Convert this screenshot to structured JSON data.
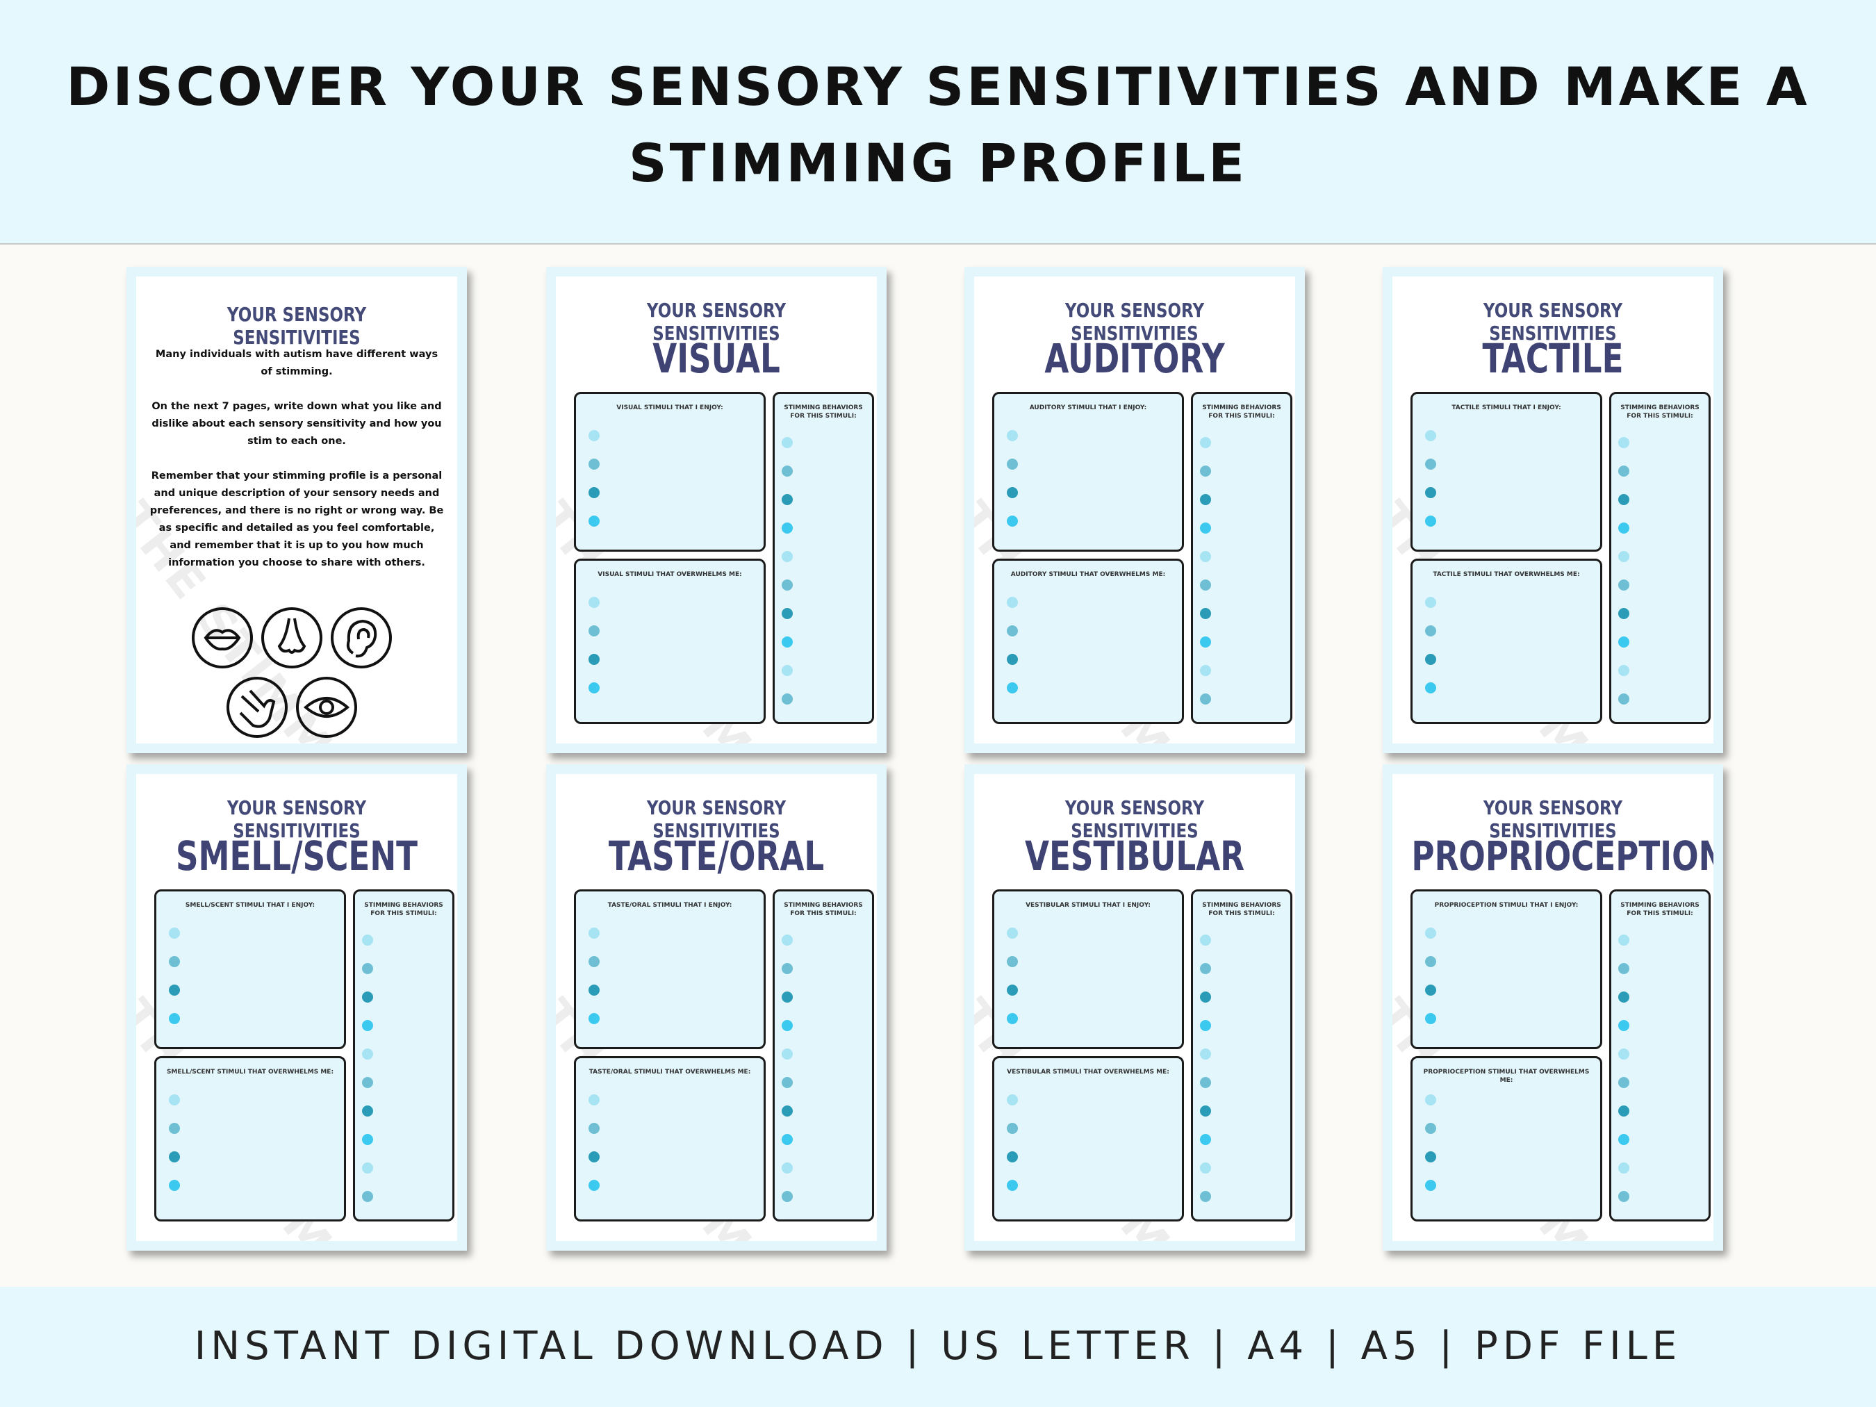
{
  "header": {
    "title_line1": "DISCOVER YOUR SENSORY SENSITIVITIES AND MAKE A",
    "title_line2": "STIMMING PROFILE"
  },
  "footer": {
    "text": "INSTANT DIGITAL DOWNLOAD | US LETTER | A4 | A5 | PDF FILE"
  },
  "watermark": "THE STIMMING MIND",
  "intro_page": {
    "heading": "YOUR SENSORY SENSITIVITIES",
    "paragraphs": [
      "Many individuals with autism have different ways of stimming.",
      "On the next 7 pages, write down what you like and dislike about each sensory sensitivity and how you stim to each one.",
      "Remember that your stimming profile is a personal and unique description of your sensory needs and preferences, and there is no right or wrong way. Be as specific and detailed as you feel comfortable, and remember that it is up to you how much information you choose to share with others."
    ],
    "icons": [
      "mouth-icon",
      "nose-icon",
      "ear-icon",
      "hand-touch-icon",
      "eye-icon"
    ]
  },
  "pages": [
    {
      "subtitle": "YOUR SENSORY SENSITIVITIES",
      "category": "VISUAL",
      "enjoy": "VISUAL STIMULI THAT I ENJOY:",
      "overwhelm": "VISUAL STIMULI THAT OVERWHELMS ME:",
      "stim": "STIMMING BEHAVIORS FOR THIS STIMULI:"
    },
    {
      "subtitle": "YOUR SENSORY SENSITIVITIES",
      "category": "AUDITORY",
      "enjoy": "AUDITORY STIMULI THAT I ENJOY:",
      "overwhelm": "AUDITORY STIMULI THAT OVERWHELMS ME:",
      "stim": "STIMMING BEHAVIORS FOR THIS STIMULI:"
    },
    {
      "subtitle": "YOUR SENSORY SENSITIVITIES",
      "category": "TACTILE",
      "enjoy": "TACTILE STIMULI THAT I ENJOY:",
      "overwhelm": "TACTILE STIMULI THAT OVERWHELMS ME:",
      "stim": "STIMMING BEHAVIORS FOR THIS STIMULI:"
    },
    {
      "subtitle": "YOUR SENSORY SENSITIVITIES",
      "category": "SMELL/SCENT",
      "enjoy": "SMELL/SCENT STIMULI THAT I ENJOY:",
      "overwhelm": "SMELL/SCENT STIMULI THAT OVERWHELMS ME:",
      "stim": "STIMMING BEHAVIORS FOR THIS STIMULI:"
    },
    {
      "subtitle": "YOUR SENSORY SENSITIVITIES",
      "category": "TASTE/ORAL",
      "enjoy": "TASTE/ORAL STIMULI THAT I ENJOY:",
      "overwhelm": "TASTE/ORAL STIMULI THAT OVERWHELMS ME:",
      "stim": "STIMMING BEHAVIORS FOR THIS STIMULI:"
    },
    {
      "subtitle": "YOUR SENSORY SENSITIVITIES",
      "category": "VESTIBULAR",
      "enjoy": "VESTIBULAR STIMULI THAT I ENJOY:",
      "overwhelm": "VESTIBULAR STIMULI THAT OVERWHELMS ME:",
      "stim": "STIMMING BEHAVIORS FOR THIS STIMULI:"
    },
    {
      "subtitle": "YOUR SENSORY SENSITIVITIES",
      "category": "PROPRIOCEPTION",
      "enjoy": "PROPRIOCEPTION STIMULI THAT I ENJOY:",
      "overwhelm": "PROPRIOCEPTION STIMULI THAT OVERWHELMS ME:",
      "stim": "STIMMING BEHAVIORS FOR THIS STIMULI:"
    }
  ],
  "colors": {
    "banner": "#e4f8fd",
    "sheet_border": "#e2f6fc",
    "heading": "#444a78",
    "dots": [
      "#a6e3f3",
      "#6fbfd4",
      "#2b9cb8",
      "#3cc9ef"
    ]
  }
}
